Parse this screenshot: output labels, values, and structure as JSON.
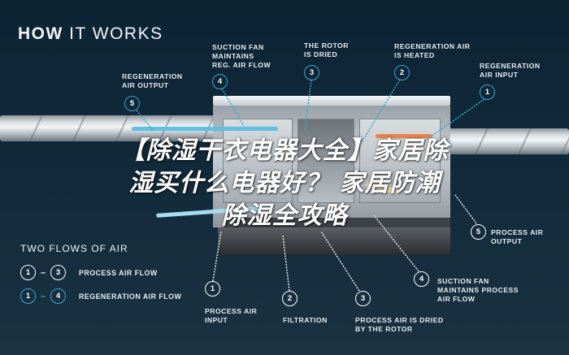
{
  "title": {
    "bold": "HOW",
    "rest": " IT WORKS"
  },
  "colors": {
    "background": "#0e2636",
    "regeneration_marker": "#3fa6cc",
    "process_marker": "#ffffff",
    "process_air_flow": "#9fd6ea",
    "regeneration_heated": "#e8824a"
  },
  "top_callouts": [
    {
      "num": "5",
      "text": "REGENERATION\nAIR OUTPUT"
    },
    {
      "num": "4",
      "text": "SUCTION FAN\nMAINTAINS\nREG. AIR FLOW"
    },
    {
      "num": "3",
      "text": "THE ROTOR\nIS DRIED"
    },
    {
      "num": "2",
      "text": "REGENERATION AIR\nIS HEATED"
    },
    {
      "num": "1",
      "text": "REGENERATION\nAIR INPUT"
    }
  ],
  "bottom_callouts": [
    {
      "num": "1",
      "text": "PROCESS AIR\nINPUT"
    },
    {
      "num": "2",
      "text": "FILTRATION"
    },
    {
      "num": "3",
      "text": "PROCESS AIR IS DRIED\nBY THE ROTOR"
    },
    {
      "num": "4",
      "text": "SUCTION FAN\nMAINTAINS PROCESS\nAIR FLOW"
    },
    {
      "num": "5",
      "text": "PROCESS AIR\nOUTPUT"
    }
  ],
  "legend": {
    "title": "TWO FLOWS OF AIR",
    "rows": [
      {
        "from": "1",
        "dash": "–",
        "to": "3",
        "label": "PROCESS AIR FLOW"
      },
      {
        "from": "1",
        "dash": "–",
        "to": "4",
        "label": "REGENERATION AIR FLOW"
      }
    ]
  },
  "overlay_headline": {
    "line1": "【除湿干衣电器大全】家居除",
    "line2": "湿买什么电器好？ 家居防潮",
    "line3": "除湿全攻略"
  }
}
